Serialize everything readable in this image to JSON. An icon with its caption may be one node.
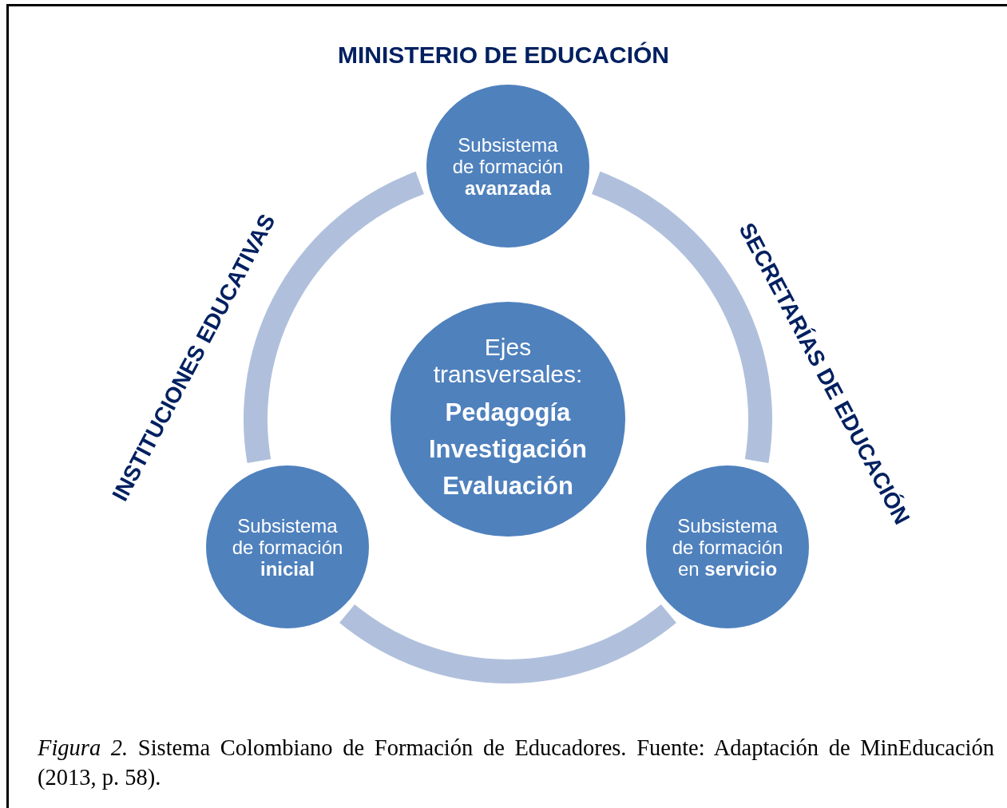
{
  "diagram": {
    "title": "MINISTERIO DE EDUCACIÓN",
    "caption": "*Figura 2.* Sistema Colombiano de Formación de Educadores. Fuente: Adaptación de MinEducación (2013, p. 58).",
    "nodes": [
      {
        "text": [
          "Subsistema de formación **avanzada**"
        ]
      },
      {
        "text": [
          "Ejes transversales:",
          "Pedagogía",
          "Investigación",
          "Evaluación"
        ]
      },
      {
        "text": [
          "Subsistema de formación **inicial**"
        ]
      },
      {
        "text": [
          "Subsistema de formación en **servicio**"
        ]
      }
    ],
    "edges": [
      {
        "from": 0,
        "to": 2,
        "arrow": "none"
      },
      {
        "from": 2,
        "to": 3,
        "arrow": "none"
      },
      {
        "from": 3,
        "to": 0,
        "arrow": "none"
      }
    ],
    "labels": [
      "INSTITUCIONES EDUCATIVAS",
      "SECRETARÍAS DE EDUCACIÓN"
    ]
  }
}
